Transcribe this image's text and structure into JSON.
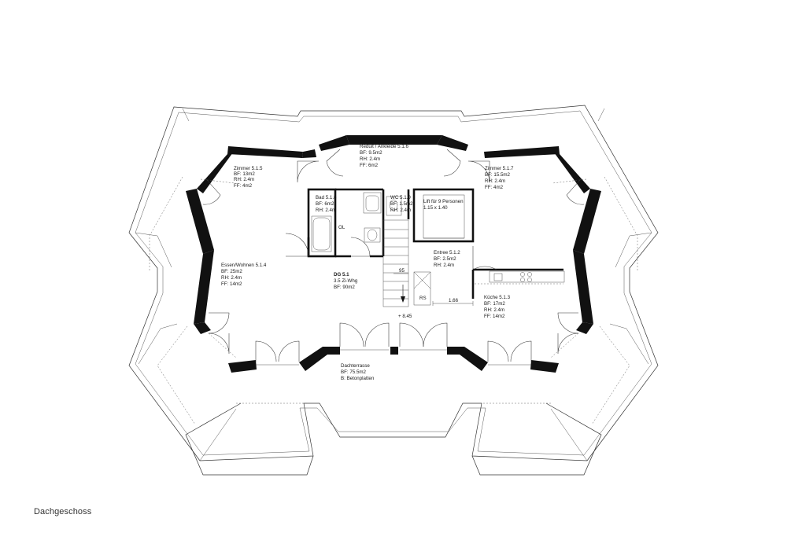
{
  "drawing_title": "Dachgeschoss",
  "apartment": {
    "id": "DG 5.1",
    "type": "3.5 Zi-Whg",
    "area": "BF: 90m2"
  },
  "rooms": {
    "zimmer_515": {
      "name": "Zimmer 5.1.5",
      "bf": "BF: 13m2",
      "rh": "RH: 2.4m",
      "ff": "FF: 4m2"
    },
    "reduit_516": {
      "name": "Reduit / Ankleide 5.1.6",
      "bf": "BF: 9.5m2",
      "rh": "RH: 2.4m",
      "ff": "FF: 6m2"
    },
    "zimmer_517": {
      "name": "Zimmer 5.1.7",
      "bf": "BF: 15.5m2",
      "rh": "RH: 2.4m",
      "ff": "FF: 4m2"
    },
    "bad_518": {
      "name": "Bad 5.1.8",
      "bf": "BF: 6m2",
      "rh": "RH: 2.4m"
    },
    "wc_519": {
      "name": "WC 5.1.9",
      "bf": "BF: 1.5m2",
      "rh": "RH: 2.4m"
    },
    "lift": {
      "name": "Lift für 9 Personen",
      "size": "1.15 x 1.40"
    },
    "entree_512": {
      "name": "Entree 5.1.2",
      "bf": "BF: 2.5m2",
      "rh": "RH: 2.4m"
    },
    "essen_514": {
      "name": "Essen/Wohnen 5.1.4",
      "bf": "BF: 25m2",
      "rh": "RH: 2.4m",
      "ff": "FF: 14m2"
    },
    "kueche_513": {
      "name": "Küche 5.1.3",
      "bf": "BF: 17m2",
      "rh": "RH: 2.4m",
      "ff": "FF: 14m2"
    },
    "dachterrasse": {
      "name": "Dachterrasse",
      "bf": "BF: 75.5m2",
      "b": "B: Betonplatten"
    }
  },
  "annotations": {
    "ol": "OL",
    "dim_95": "95",
    "rs": "RS",
    "dim_166": "1.66",
    "level": "+ 8.45"
  }
}
